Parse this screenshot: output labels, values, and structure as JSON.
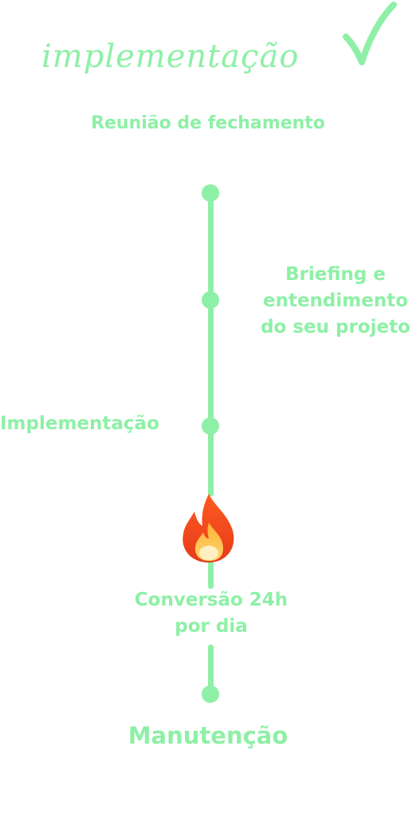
{
  "header": {
    "title": "implementação"
  },
  "timeline": {
    "steps": [
      {
        "label": "Reunião de fechamento"
      },
      {
        "label": "Briefing e entendimento do seu projeto"
      },
      {
        "label": "Implementação"
      },
      {
        "label": "Conversão 24h por dia"
      },
      {
        "label": "Manutenção"
      }
    ],
    "icons": [
      "check-icon",
      "flame-icon"
    ]
  },
  "colors": {
    "accent": "#8ef0a6",
    "background": "#ffffff"
  }
}
